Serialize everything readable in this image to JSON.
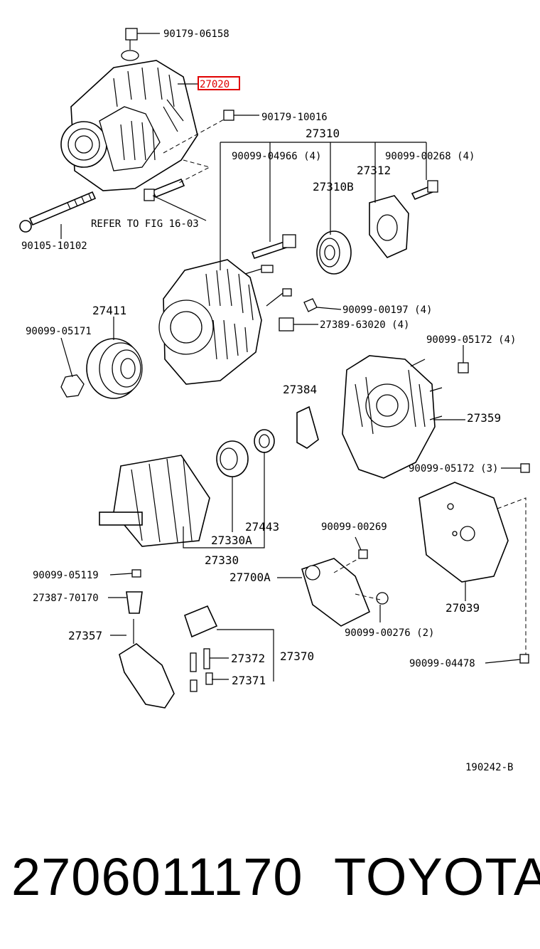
{
  "callouts": {
    "c01": "90179-06158",
    "c02": "27020",
    "c03": "90179-10016",
    "c04": "27310",
    "c05": "90099-04966 (4)",
    "c06": "90099-00268 (4)",
    "c07": "27312",
    "c08": "27310B",
    "c09": "REFER TO FIG 16-03",
    "c10": "90105-10102",
    "c11": "27411",
    "c12": "90099-05171",
    "c13": "90099-00197 (4)",
    "c14": "27389-63020 (4)",
    "c15": "90099-05172 (4)",
    "c16": "27384",
    "c17": "27359",
    "c18": "90099-05172 (3)",
    "c19": "27443",
    "c20": "27330A",
    "c21": "27330",
    "c22": "90099-00269",
    "c23": "90099-05119",
    "c24": "27700A",
    "c25": "27387-70170",
    "c26": "27039",
    "c27": "90099-00276 (2)",
    "c28": "27357",
    "c29": "27372",
    "c30": "27370",
    "c31": "27371",
    "c32": "90099-04478",
    "c33": "190242-B"
  },
  "footer": {
    "part_number": "2706011170",
    "brand": "TOYOTA"
  },
  "highlight_color": "#e00000"
}
